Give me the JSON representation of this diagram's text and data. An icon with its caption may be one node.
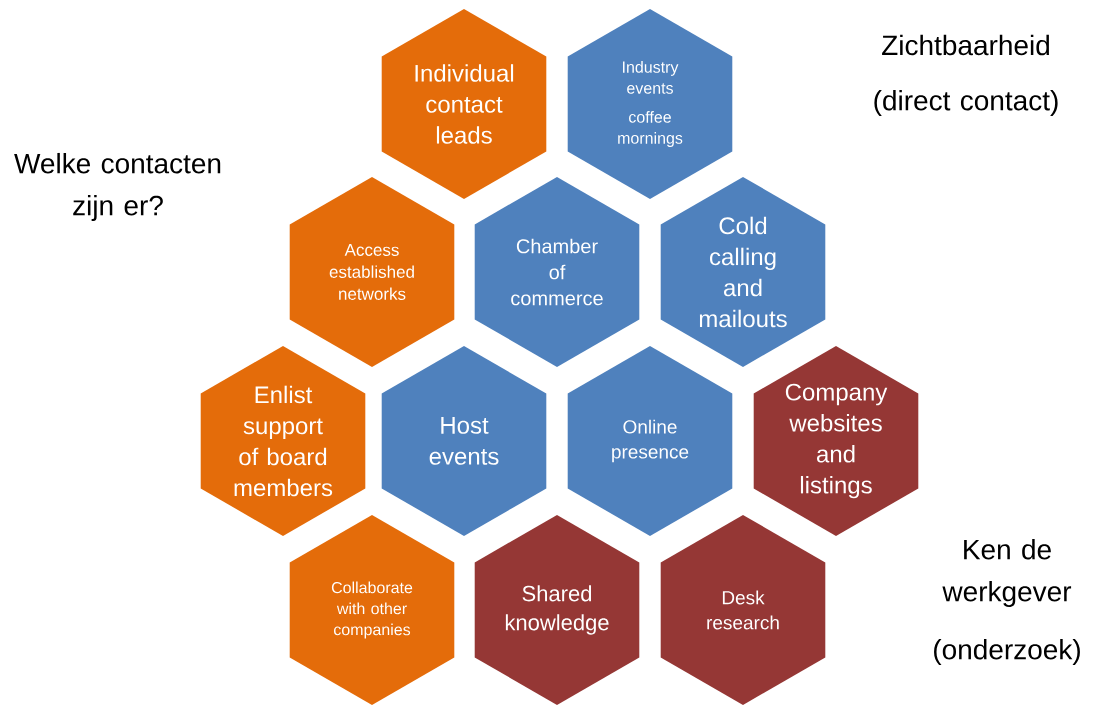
{
  "diagram": {
    "nodes": [
      {
        "text": [
          "Individual contact leads"
        ]
      },
      {
        "text": [
          "Industry events",
          "coffee mornings"
        ]
      },
      {
        "text": [
          "Access established networks"
        ]
      },
      {
        "text": [
          "Chamber of commerce"
        ]
      },
      {
        "text": [
          "Cold calling and mailouts"
        ]
      },
      {
        "text": [
          "Enlist support of board members"
        ]
      },
      {
        "text": [
          "Host events"
        ]
      },
      {
        "text": [
          "Online presence"
        ]
      },
      {
        "text": [
          "Company websites and listings"
        ]
      },
      {
        "text": [
          "Collaborate with other companies"
        ]
      },
      {
        "text": [
          "Shared knowledge"
        ]
      },
      {
        "text": [
          "Desk research"
        ]
      }
    ],
    "edges": [],
    "labels": [
      "Zichtbaarheid",
      "(direct contact)",
      "Welke contacten zijn er?",
      "Ken de werkgever",
      "(onderzoek)"
    ]
  }
}
